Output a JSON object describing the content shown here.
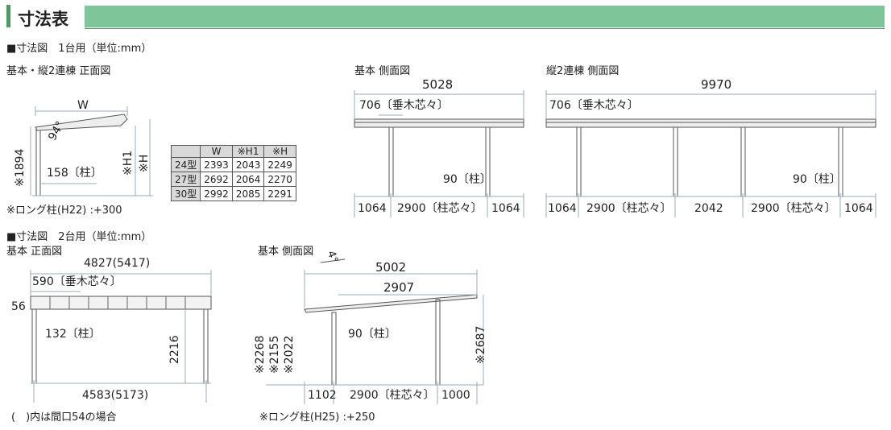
{
  "header": {
    "title": "寸法表"
  },
  "section1": {
    "title": "■寸法図　1台用（単位:mm）",
    "front_title": "基本・縦2連棟 正面図",
    "front": {
      "w_label": "W",
      "angle": "94°",
      "height_label": "※1894",
      "post_label": "158〔柱〕",
      "h1_label": "※H1",
      "h_label": "※H"
    },
    "note": "※ロング柱(H22) :+300",
    "table": {
      "headers": [
        "",
        "W",
        "※H1",
        "※H"
      ],
      "rows": [
        [
          "24型",
          "2393",
          "2043",
          "2249"
        ],
        [
          "27型",
          "2692",
          "2064",
          "2270"
        ],
        [
          "30型",
          "2992",
          "2085",
          "2291"
        ]
      ]
    },
    "side_title": "基本 側面図",
    "side": {
      "total": "5028",
      "rafter": "706〔垂木芯々〕",
      "post": "90〔柱〕",
      "dims": [
        "1064",
        "2900〔柱芯々〕",
        "1064"
      ]
    },
    "double_title": "縦2連棟 側面図",
    "double": {
      "total": "9970",
      "rafter": "706〔垂木芯々〕",
      "post": "90〔柱〕",
      "dims": [
        "1064",
        "2900〔柱芯々〕",
        "2042",
        "2900〔柱芯々〕",
        "1064"
      ]
    }
  },
  "section2": {
    "title": "■寸法図　2台用（単位:mm）",
    "front_title": "基本 正面図",
    "front": {
      "total": "4827(5417)",
      "rafter": "590〔垂木芯々〕",
      "thickness": "56",
      "post": "132〔柱〕",
      "height": "2216",
      "bottom": "4583(5173)"
    },
    "note": "(　)内は間口54の場合",
    "side_title": "基本 側面図",
    "side": {
      "angle": "4°",
      "total": "5002",
      "span": "2907",
      "post": "90〔柱〕",
      "h1": "※2268",
      "h2": "※2155",
      "h3": "※2022",
      "h_right": "※2687",
      "dims": [
        "1102",
        "2900〔柱芯々〕",
        "1000"
      ]
    },
    "note2": "※ロング柱(H25) :+250"
  }
}
